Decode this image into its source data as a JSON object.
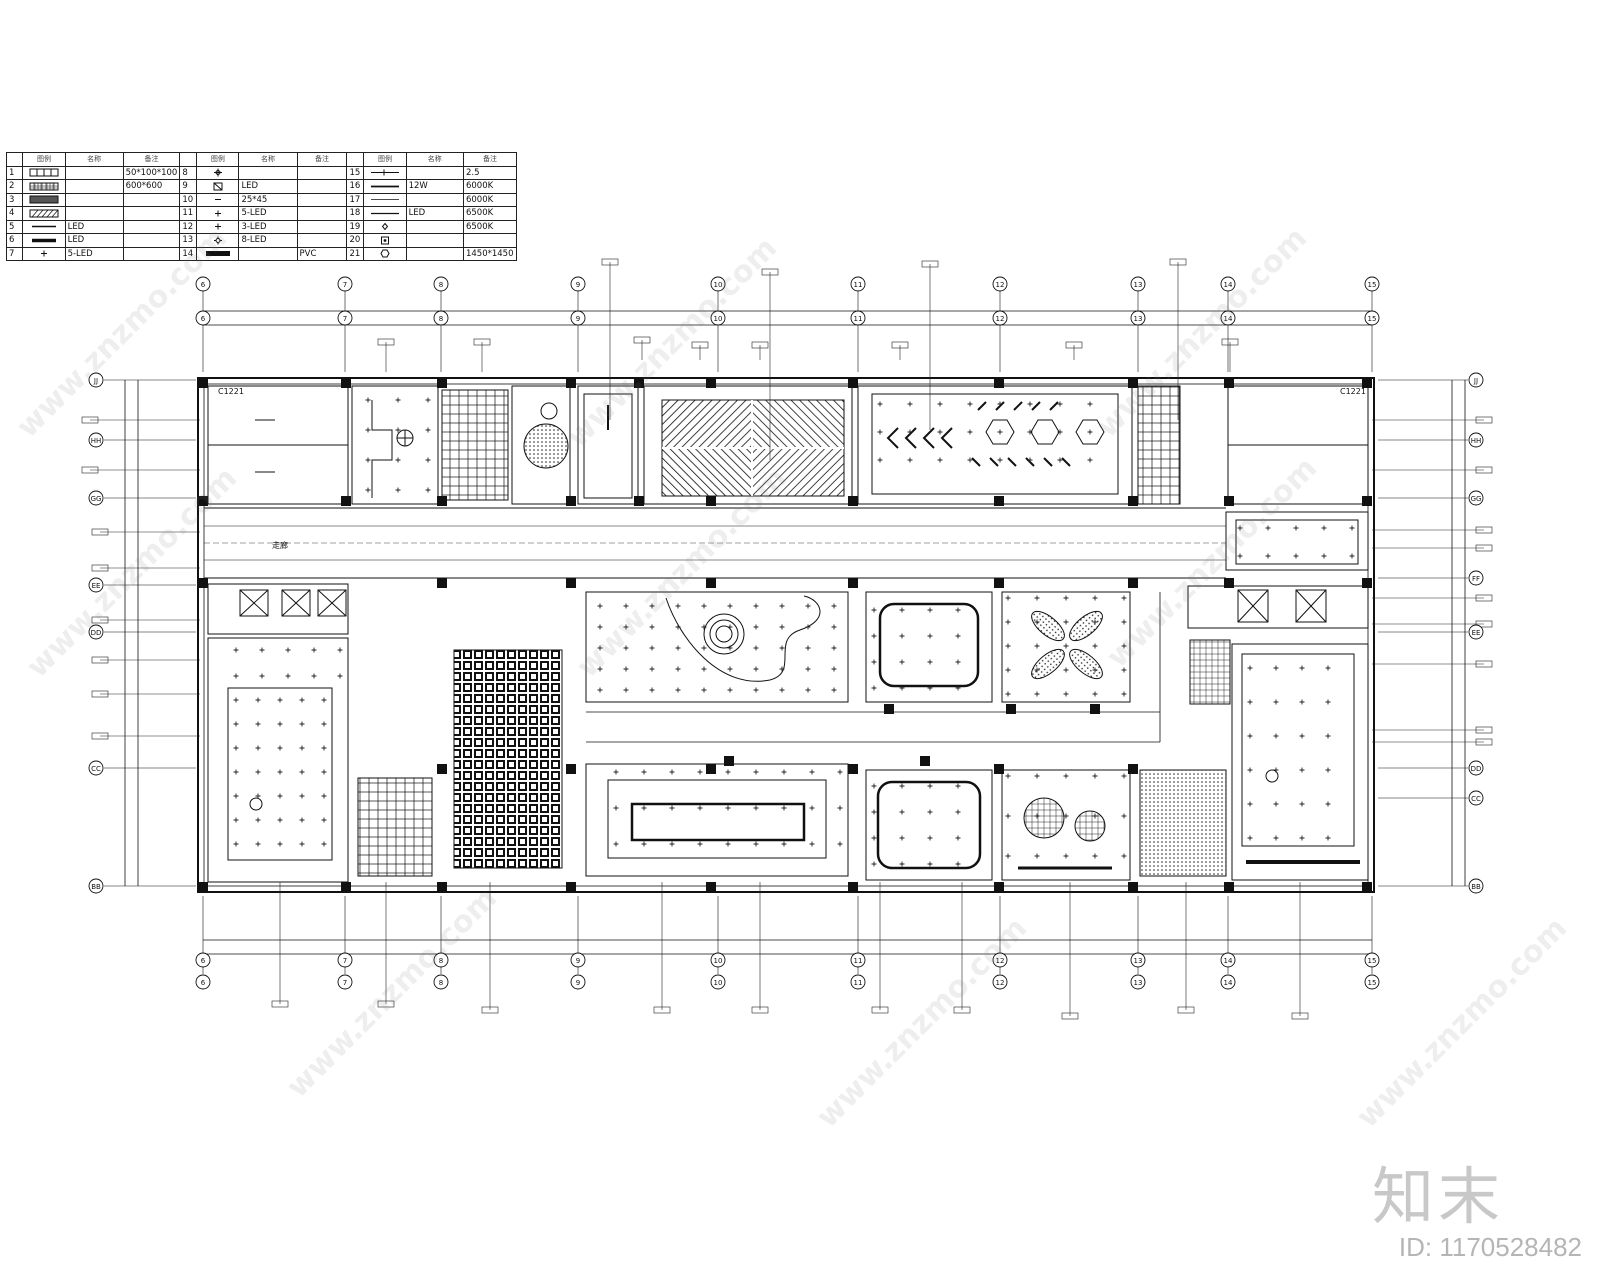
{
  "legend": {
    "header": [
      "图例",
      "名称",
      "备注",
      "图例",
      "名称",
      "备注",
      "图例",
      "名称",
      "备注"
    ],
    "rows": [
      {
        "a_no": "1",
        "a_sym": "hatch-grid-rect",
        "a_name": "",
        "a_note": "50*100*100",
        "b_no": "8",
        "b_sym": "compass-star",
        "b_name": "",
        "b_note": "",
        "c_no": "15",
        "c_sym": "line-long",
        "c_name": "",
        "c_note": "2.5"
      },
      {
        "a_no": "2",
        "a_sym": "grid-panel",
        "a_name": "",
        "a_note": "600*600",
        "b_no": "9",
        "b_sym": "slash-box",
        "b_name": "LED",
        "b_note": "",
        "c_no": "16",
        "c_sym": "line-mid",
        "c_name": "12W",
        "c_note": "6000K"
      },
      {
        "a_no": "3",
        "a_sym": "dark-panel",
        "a_name": "",
        "a_note": "",
        "b_no": "10",
        "b_sym": "dash",
        "b_name": "25*45",
        "b_note": "",
        "c_no": "17",
        "c_sym": "line-thin",
        "c_name": "",
        "c_note": "6000K"
      },
      {
        "a_no": "4",
        "a_sym": "diagonal-panel",
        "a_name": "",
        "a_note": "",
        "b_no": "11",
        "b_sym": "plus",
        "b_name": "5-LED",
        "b_note": "",
        "c_no": "18",
        "c_sym": "line-short",
        "c_name": "LED",
        "c_note": "6500K"
      },
      {
        "a_no": "5",
        "a_sym": "bar-thin",
        "a_name": "LED",
        "a_note": "",
        "b_no": "12",
        "b_sym": "plus",
        "b_name": "3-LED",
        "b_note": "",
        "c_no": "19",
        "c_sym": "diamond",
        "c_name": "",
        "c_note": "6500K"
      },
      {
        "a_no": "6",
        "a_sym": "bar-thick",
        "a_name": "LED",
        "a_note": "",
        "b_no": "13",
        "b_sym": "sun",
        "b_name": "8-LED",
        "b_note": "",
        "c_no": "20",
        "c_sym": "square-dot",
        "c_name": "",
        "c_note": ""
      },
      {
        "a_no": "7",
        "a_sym": "plus",
        "a_name": "5-LED",
        "a_note": "",
        "b_no": "14",
        "b_sym": "bar-solid",
        "b_name": "",
        "b_note": "PVC",
        "c_no": "21",
        "c_sym": "hexagon",
        "c_name": "",
        "c_note": "1450*1450"
      }
    ]
  },
  "axes": {
    "columns_top": [
      "6",
      "7",
      "8",
      "9",
      "10",
      "11",
      "12",
      "13",
      "14",
      "15"
    ],
    "columns_bottom": [
      "6",
      "7",
      "8",
      "9",
      "10",
      "11",
      "12",
      "13",
      "14",
      "15"
    ],
    "rows_left": [
      "JJ",
      "HH",
      "GG",
      "EE",
      "DD",
      "CC",
      "BB"
    ],
    "rows_right": [
      "JJ",
      "HH",
      "GG",
      "FF",
      "EE",
      "DD",
      "CC",
      "BB"
    ]
  },
  "room_labels": {
    "left_top_tag": "C1221",
    "right_top_tag": "C1221",
    "corridor_text": "走廊"
  },
  "watermarks": {
    "site": "znzmo.com",
    "site_www": "www.znzmo.com"
  },
  "brand": {
    "mark": "知末",
    "id_text": "ID: 1170528482"
  },
  "palette": {
    "line": "#111111",
    "paper": "#ffffff",
    "watermark": "#b9b9b9"
  }
}
